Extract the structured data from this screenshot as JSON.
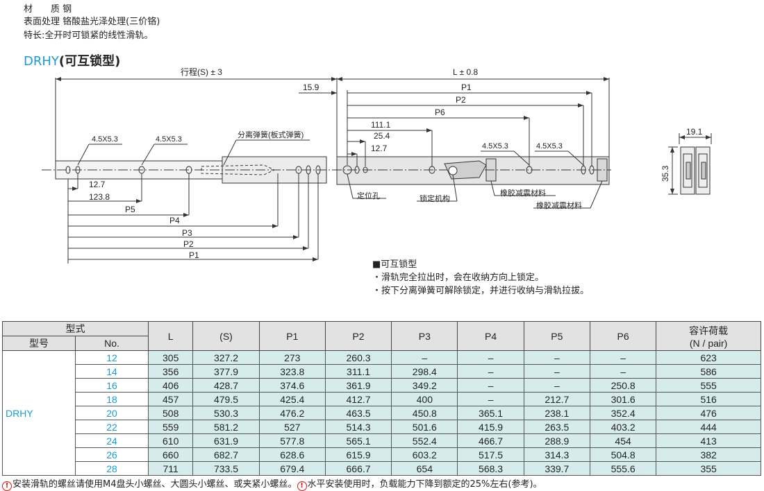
{
  "specs": {
    "material_label": "材　　质",
    "material_value": "钢",
    "surface_label": "表面处理",
    "surface_value": "铬酸盐光泽处理(三价铬)",
    "feature": "特长:全开时可锁紧的线性滑轨。"
  },
  "heading": {
    "model": "DRHY",
    "name": "(可互锁型)"
  },
  "drawing": {
    "stroke_label": "行程(S) ± 3",
    "length_label": "L ± 0.8",
    "dim_15_9": "15.9",
    "p1": "P1",
    "p2": "P2",
    "p3": "P3",
    "p4": "P4",
    "p5": "P5",
    "p6": "P6",
    "dim_111_1": "111.1",
    "dim_25_4": "25.4",
    "dim_12_7": "12.7",
    "hole_spec": "4.5X5.3",
    "spring_label": "分离弹簧(板式弹簧)",
    "locating_hole": "定位孔",
    "lock_mechanism": "锁定机构",
    "rubber_1": "橡胶减震材料",
    "rubber_2": "橡胶减震材料",
    "dim_left_12_7": "12.7",
    "dim_123_8": "123.8",
    "width_19_1": "19.1",
    "height_35_3": "35.3"
  },
  "notes": {
    "title": "■可互锁型",
    "line1": "・滑轨完全拉出时，会在收纳方向上锁定。",
    "line2": "・按下分离弹簧可解除锁定，并进行收纳与滑轨拉拔。"
  },
  "table": {
    "group_header": "型式",
    "model_header": "型号",
    "no_header": "No.",
    "load_header_1": "容许荷载",
    "load_header_2": "(N / pair)",
    "columns": [
      "L",
      "(S)",
      "P1",
      "P2",
      "P3",
      "P4",
      "P5",
      "P6"
    ],
    "model": "DRHY",
    "rows": [
      [
        "12",
        "305",
        "327.2",
        "273",
        "260.3",
        "–",
        "–",
        "–",
        "–",
        "623"
      ],
      [
        "14",
        "356",
        "377.9",
        "323.8",
        "311.1",
        "298.4",
        "–",
        "–",
        "–",
        "586"
      ],
      [
        "16",
        "406",
        "428.7",
        "374.6",
        "361.9",
        "349.2",
        "–",
        "–",
        "250.8",
        "555"
      ],
      [
        "18",
        "457",
        "479.5",
        "425.4",
        "412.7",
        "400",
        "–",
        "212.7",
        "301.6",
        "516"
      ],
      [
        "20",
        "508",
        "530.3",
        "476.2",
        "463.5",
        "450.8",
        "365.1",
        "238.1",
        "352.4",
        "476"
      ],
      [
        "22",
        "559",
        "581.2",
        "527",
        "514.3",
        "501.6",
        "415.9",
        "263.5",
        "403.2",
        "444"
      ],
      [
        "24",
        "610",
        "631.9",
        "577.8",
        "565.1",
        "552.4",
        "466.7",
        "288.9",
        "454",
        "413"
      ],
      [
        "26",
        "660",
        "682.7",
        "628.6",
        "615.9",
        "603.2",
        "517.5",
        "314.3",
        "504.8",
        "382"
      ],
      [
        "28",
        "711",
        "733.5",
        "679.4",
        "666.7",
        "654",
        "568.3",
        "339.7",
        "555.6",
        "355"
      ]
    ]
  },
  "footer": {
    "icon": "!",
    "text1": "安装滑轨的螺丝请使用M4盘头小螺丝、大圆头小螺丝、或夹紧小螺丝。",
    "text2": "水平安装使用时，负载能力下降到额定的25%左右(参考)。"
  },
  "colors": {
    "accent": "#1a9ad6",
    "table_fill": "#d6ecec",
    "header_fill": "#e2e2e2",
    "warning": "#dd1111"
  }
}
